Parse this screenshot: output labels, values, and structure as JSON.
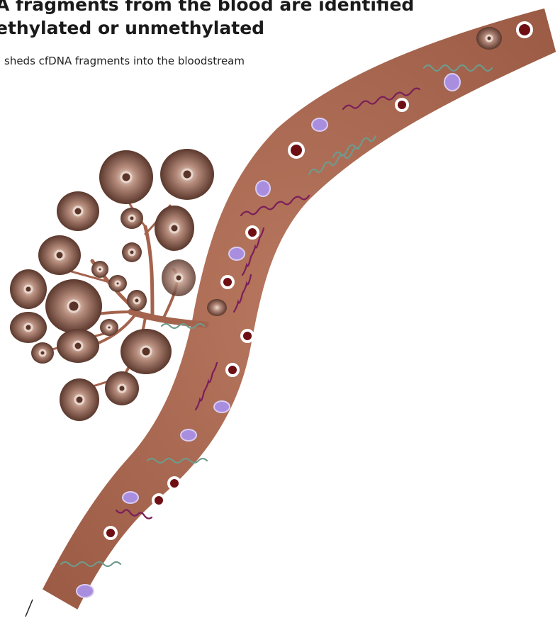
{
  "heading": {
    "line1": "A fragments from the blood are identified",
    "line2": "ethylated or unmethylated"
  },
  "caption": "sheds cfDNA fragments into the bloodstream",
  "colors": {
    "vessel": "#a4634d",
    "vessel_edge": "#ffffff",
    "tumor_cell": "#5a3428",
    "tumor_cell_light": "#c9a99b",
    "red_blood_cell": "#6e0f14",
    "white_cell": "#a98ee0",
    "methylated_dna": "#7a1e5a",
    "unmethylated_dna": "#6f9a8c"
  }
}
